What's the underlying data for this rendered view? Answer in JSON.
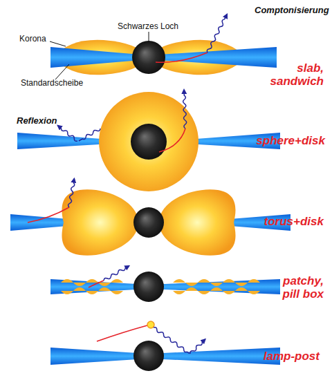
{
  "diagram": {
    "labels": [
      "Comptonisierung",
      "Korona",
      "Schwarzes Loch",
      "slab, sandwich",
      "Standardscheibe",
      "Reflexion",
      "sphere+disk",
      "torus+disk",
      "patchy, pill box",
      "lamp-post"
    ]
  }
}
